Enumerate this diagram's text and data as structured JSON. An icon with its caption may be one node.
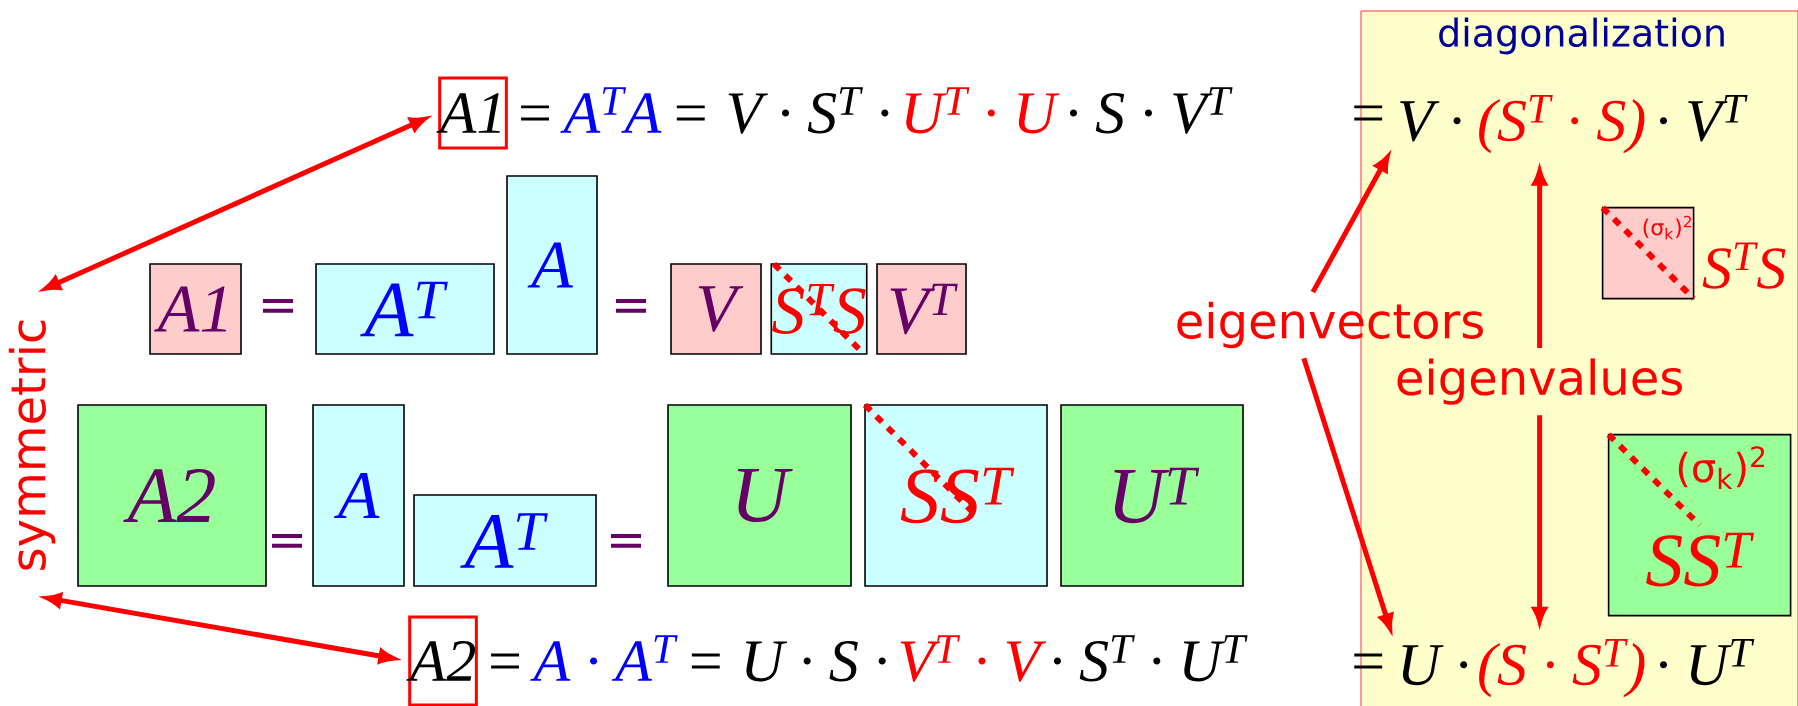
{
  "diagram": {
    "nodes": [
      {
        "text": [
          "diagonalization"
        ]
      },
      {
        "text": [
          "A1"
        ]
      },
      {
        "text": [
          "V ·"
        ],
        "in": 0
      },
      {
        "text": [
          "(S$^{T}$ · S)"
        ],
        "in": 0
      },
      {
        "text": [
          "symmetric"
        ]
      },
      {
        "text": [
          "A1"
        ]
      },
      {
        "text": [
          "A$^{T}$"
        ]
      },
      {
        "text": [
          "A"
        ]
      },
      {
        "text": [
          "V"
        ]
      },
      {
        "text": [
          "S$^{T}$S"
        ]
      },
      {
        "text": [
          "V$^{T}$"
        ]
      },
      {
        "text": [
          "eigenvectors"
        ]
      },
      {
        "text": [
          "(σ$_{k}$)$^{2}$"
        ],
        "beside": [
          "S$^{T}$S"
        ],
        "in": 0
      },
      {
        "text": [
          "eigenvalues"
        ],
        "in": 0
      },
      {
        "text": [
          "A2"
        ]
      },
      {
        "text": [
          "A"
        ]
      },
      {
        "text": [
          "A$^{T}$"
        ]
      },
      {
        "text": [
          "U"
        ]
      },
      {
        "text": [
          "SS$^{T}$"
        ]
      },
      {
        "text": [
          "U$^{T}$"
        ]
      },
      {
        "text": [
          "(σ$_{k}$)$^{2}$",
          "SS$^{T}$"
        ],
        "in": 0
      },
      {
        "text": [
          "A2"
        ]
      },
      {
        "text": [
          "U ·"
        ],
        "in": 0
      },
      {
        "text": [
          "(S · S$^{T}$)"
        ],
        "in": 0
      }
    ],
    "edges": [
      {
        "from": 4,
        "to": 1,
        "arrow": "both"
      },
      {
        "from": 4,
        "to": 21,
        "arrow": "both"
      },
      {
        "from": 11,
        "to": 2,
        "arrow": "to"
      },
      {
        "from": 11,
        "to": 22,
        "arrow": "to"
      },
      {
        "from": 13,
        "to": 3,
        "arrow": "to"
      },
      {
        "from": 13,
        "to": 23,
        "arrow": "to"
      }
    ],
    "labels": [
      "=",
      "A$^{T}$A",
      "= V · S$^{T}$ ·",
      "U$^{T}$ · U",
      "· S · V$^{T}$",
      "=",
      "· V$^{T}$",
      "=",
      "=",
      "=",
      "=",
      "=",
      "A · A$^{T}$",
      "= U · S ·",
      "V$^{T}$ · V",
      "· S$^{T}$ · U$^{T}$",
      "=",
      "· U$^{T}$"
    ]
  }
}
